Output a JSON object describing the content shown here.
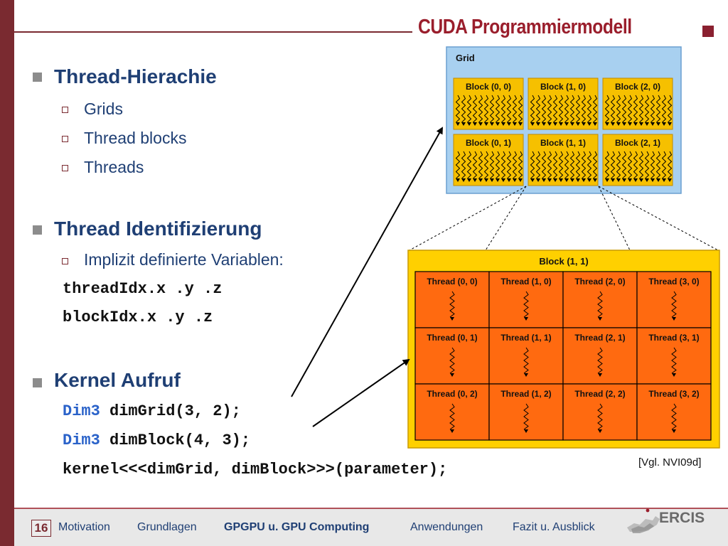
{
  "header": {
    "title": "CUDA Programmiermodell"
  },
  "sections": [
    {
      "heading": "Thread-Hierachie",
      "items": [
        "Grids",
        "Thread blocks",
        "Threads"
      ]
    },
    {
      "heading": "Thread Identifizierung",
      "items": [
        "Implizit definierte Variablen:"
      ],
      "code": [
        "threadIdx.x .y .z",
        "blockIdx.x .y .z"
      ]
    },
    {
      "heading": "Kernel Aufruf",
      "code_kw": [
        "Dim3",
        "Dim3"
      ],
      "code_rest": [
        " dimGrid(3, 2);",
        " dimBlock(4, 3);"
      ],
      "code_last": "kernel<<<dimGrid, dimBlock>>>(parameter);"
    }
  ],
  "diagram": {
    "grid_label": "Grid",
    "blocks": [
      "Block (0, 0)",
      "Block (1, 0)",
      "Block (2, 0)",
      "Block (0, 1)",
      "Block (1, 1)",
      "Block (2, 1)"
    ],
    "zoom_block_label": "Block (1, 1)",
    "threads": [
      "Thread (0, 0)",
      "Thread (1, 0)",
      "Thread (2, 0)",
      "Thread (3, 0)",
      "Thread (0, 1)",
      "Thread (1, 1)",
      "Thread (2, 1)",
      "Thread (3, 1)",
      "Thread (0, 2)",
      "Thread (1, 2)",
      "Thread (2, 2)",
      "Thread (3, 2)"
    ],
    "colors": {
      "grid_bg": "#a8d0f0",
      "block_bg": "#f6c000",
      "zoom_bg": "#ffd000",
      "thread_bg": "#ff6a10"
    }
  },
  "reference": "[Vgl. NVI09d]",
  "footer": {
    "page_number": "16",
    "nav": [
      "Motivation",
      "Grundlagen",
      "GPGPU u. GPU Computing",
      "Anwendungen",
      "Fazit u. Ausblick"
    ],
    "active_nav": "GPGPU u. GPU Computing",
    "logo_text": "ERCIS"
  }
}
